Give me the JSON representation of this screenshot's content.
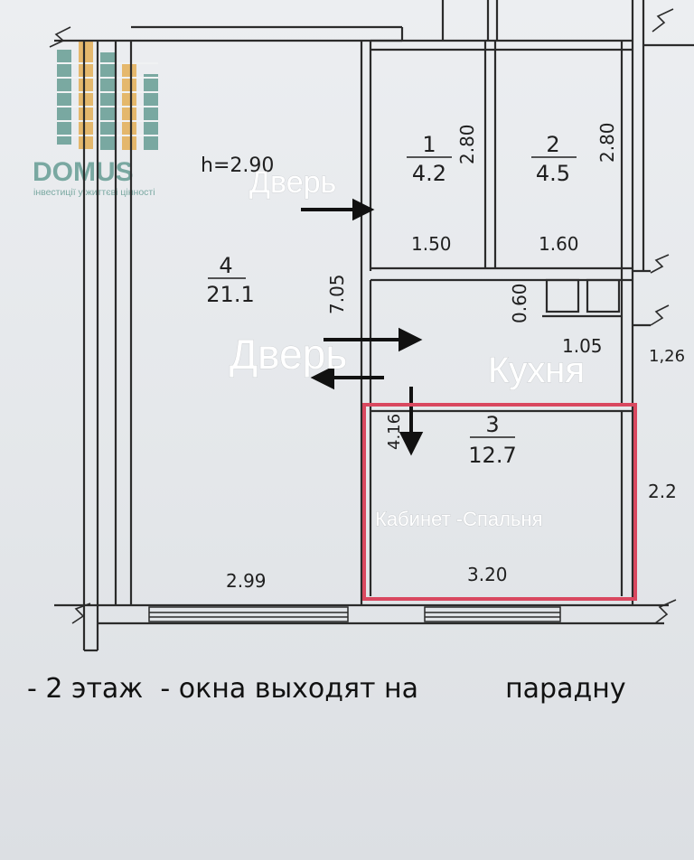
{
  "watermark": {
    "brand": "DOMUS",
    "tagline": "інвестиції у життєві цінності",
    "colors": {
      "green": "#4f8f84",
      "orange": "#e3a43b"
    }
  },
  "annotations": {
    "door_1": "Дверь",
    "door_2": "Дверь",
    "kitchen": "Кухня",
    "cabinet": "Кабинет -Спальня",
    "highlight_color": "#d9485f"
  },
  "plan": {
    "ceiling_height": "h=2.90",
    "rooms": [
      {
        "number": "4",
        "area": "21.1"
      },
      {
        "number": "1",
        "area": "4.2"
      },
      {
        "number": "2",
        "area": "4.5"
      },
      {
        "number": "3",
        "area": "12.7"
      }
    ],
    "dimensions": {
      "room1_height": "2.80",
      "room2_height": "2.80",
      "room1_width": "1.50",
      "room2_width": "1.60",
      "corridor_height": "0.60",
      "room4_length": "7.05",
      "hall_width": "1.05",
      "outer_right": "1,26",
      "room3_depth": "4.16",
      "room3_side": "2.2",
      "room3_width": "3.20",
      "room4_width": "2.99"
    }
  },
  "caption": {
    "left": "- 2 этаж  - окна выходят на",
    "right": "парадну"
  }
}
